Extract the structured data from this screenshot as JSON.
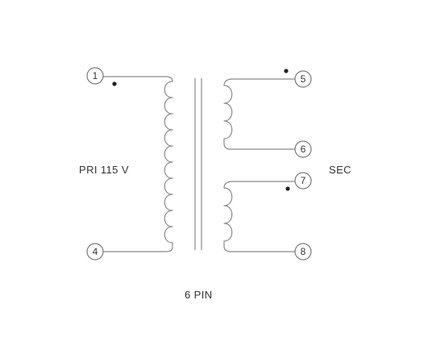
{
  "diagram": {
    "primary_label": "PRI 115 V",
    "secondary_label": "SEC",
    "package_label": "6 PIN",
    "pins": [
      {
        "id": "pin-1",
        "number": "1"
      },
      {
        "id": "pin-4",
        "number": "4"
      },
      {
        "id": "pin-5",
        "number": "5"
      },
      {
        "id": "pin-6",
        "number": "6"
      },
      {
        "id": "pin-7",
        "number": "7"
      },
      {
        "id": "pin-8",
        "number": "8"
      }
    ],
    "primary_turns_drawn": 10,
    "secondary_upper_turns_drawn": 3,
    "secondary_lower_turns_drawn": 3,
    "line_color": "#8a8a8a",
    "dot_color": "#222222"
  }
}
